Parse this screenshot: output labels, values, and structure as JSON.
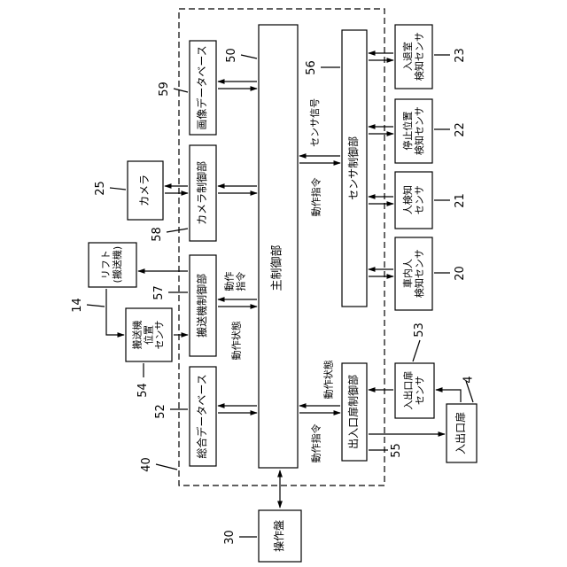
{
  "blocks": {
    "main": "主制御部",
    "image_db": "画像データベース",
    "camera_ctrl": "カメラ制御部",
    "conveyor_ctrl": "搬送機制御部",
    "integrated_db": "総合データベース",
    "sensor_ctrl": "センサ制御部",
    "door_ctrl": "出入口扉制御部",
    "camera": "カメラ",
    "lift": "リフト\n(搬送機)",
    "conveyor_pos_sensor": "搬送機\n位置\nセンサ",
    "op_panel": "操作盤",
    "entry_exit_sensor": "入退室\n検知センサ",
    "stop_pos_sensor": "停止位置\n検知センサ",
    "person_sensor": "人検知\nセンサ",
    "in_car_sensor": "車内人\n検知センサ",
    "door_sensor": "入出口扉\nセンサ",
    "door": "入出口扉"
  },
  "signals": {
    "sensor_signal": "センサ信号",
    "cmd_sensor": "動作指令",
    "cmd_conveyor": "動作\n指令",
    "state_conveyor": "動作状態",
    "state_door": "動作状態",
    "cmd_door": "動作指令"
  },
  "refs": {
    "r50": "50",
    "r59": "59",
    "r25": "25",
    "r58": "58",
    "r14": "14",
    "r57": "57",
    "r54": "54",
    "r52": "52",
    "r40": "40",
    "r30": "30",
    "r56": "56",
    "r23": "23",
    "r22": "22",
    "r21": "21",
    "r20": "20",
    "r53": "53",
    "r4": "4",
    "r55": "55"
  }
}
